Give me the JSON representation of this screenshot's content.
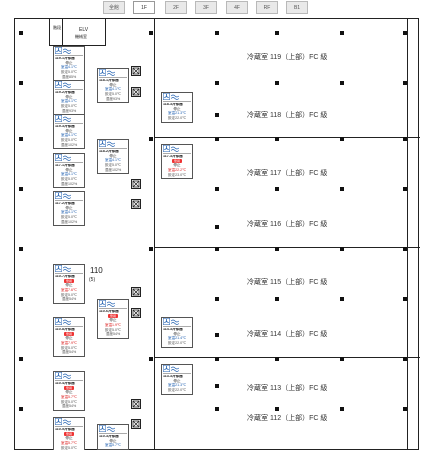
{
  "floor_tabs": [
    {
      "label": "全館",
      "active": false
    },
    {
      "label": "1F",
      "active": true
    },
    {
      "label": "2F",
      "active": false
    },
    {
      "label": "3F",
      "active": false
    },
    {
      "label": "4F",
      "active": false
    },
    {
      "label": "RF",
      "active": false
    },
    {
      "label": "B1",
      "active": false
    }
  ],
  "plan_labels": {
    "stair": "階段",
    "elv": "ELV",
    "elv_sub": "機械室",
    "room110": "110",
    "room110_sub": "(5)"
  },
  "rooms": [
    {
      "name": "冷蔵室",
      "num": "119",
      "suffix": "（上部）FC 級"
    },
    {
      "name": "冷蔵室",
      "num": "118",
      "suffix": "（上部）FC 級"
    },
    {
      "name": "冷蔵室",
      "num": "117",
      "suffix": "（上部）FC 級"
    },
    {
      "name": "冷蔵室",
      "num": "116",
      "suffix": "（上部）FC 級"
    },
    {
      "name": "冷蔵室",
      "num": "115",
      "suffix": "（上部）FC 級"
    },
    {
      "name": "冷蔵室",
      "num": "114",
      "suffix": "（上部）FC 級"
    },
    {
      "name": "冷蔵室",
      "num": "113",
      "suffix": "（上部）FC 級"
    },
    {
      "name": "冷蔵室",
      "num": "112",
      "suffix": "（上部）FC 級"
    }
  ],
  "cards": [
    {
      "name": "119-1冷却器",
      "state": "停止",
      "alarm": "",
      "cur": "室温4.1℃",
      "set": "設定5.0℃",
      "hum": "湿度85%"
    },
    {
      "name": "119-2冷却器",
      "state": "停止",
      "alarm": "",
      "cur": "室温4.1℃",
      "set": "設定5.0℃",
      "hum": "湿度93%"
    },
    {
      "name": "119-3冷却器",
      "state": "停止",
      "alarm": "",
      "cur": "室温4.1℃",
      "set": "設定5.0℃",
      "hum": "湿度102%"
    },
    {
      "name": "118-1冷却器",
      "state": "停止",
      "alarm": "",
      "cur": "室温4.1℃",
      "set": "設定5.0℃",
      "hum": "湿度93%"
    },
    {
      "name": "118-2冷却器",
      "state": "停止",
      "alarm": "",
      "cur": "室温4.1℃",
      "set": "設定5.0℃",
      "hum": "湿度102%"
    },
    {
      "name": "117-1冷却器",
      "state": "停止",
      "alarm": "",
      "cur": "室温4.1℃",
      "set": "設定5.0℃",
      "hum": "湿度102%"
    },
    {
      "name": "117-2冷却器",
      "state": "停止",
      "alarm": "",
      "cur": "室温4.1℃",
      "set": "設定5.0℃",
      "hum": "湿度102%"
    },
    {
      "name": "118-3冷却器",
      "state": "停止",
      "alarm": "",
      "cur": "室温21.3℃",
      "set": "設定22.0℃",
      "hum": ""
    },
    {
      "name": "117-3冷却器",
      "state": "停止",
      "alarm": "警報",
      "cur": "室温22.2℃",
      "set": "設定23.0℃",
      "hum": ""
    },
    {
      "name": "110-7冷却器",
      "state": "停止",
      "alarm": "警報",
      "cur": "室温7.6℃",
      "set": "設定5.0℃",
      "hum": "湿度54%"
    },
    {
      "name": "110-8冷却器",
      "state": "停止",
      "alarm": "警報",
      "cur": "室温7.9℃",
      "set": "設定5.0℃",
      "hum": "湿度54%"
    },
    {
      "name": "110-6冷却器",
      "state": "停止",
      "alarm": "警報",
      "cur": "室温1.9℃",
      "set": "設定5.0℃",
      "hum": "湿度54%"
    },
    {
      "name": "114-3冷却器",
      "state": "停止",
      "alarm": "",
      "cur": "室温21.4℃",
      "set": "設定22.0℃",
      "hum": ""
    },
    {
      "name": "110-4冷却器",
      "state": "停止",
      "alarm": "警報",
      "cur": "室温5.7℃",
      "set": "設定5.0℃",
      "hum": "湿度54%"
    },
    {
      "name": "110-5冷却器",
      "state": "停止",
      "alarm": "警報",
      "cur": "室温5.7℃",
      "set": "設定5.0℃",
      "hum": ""
    },
    {
      "name": "113-3冷却器",
      "state": "停止",
      "alarm": "",
      "cur": "室温21.3℃",
      "set": "設定22.0℃",
      "hum": ""
    },
    {
      "name": "110-3冷却器",
      "state": "停止",
      "alarm": "",
      "cur": "室温5.7℃",
      "set": "",
      "hum": ""
    }
  ],
  "colors": {
    "line": "#222222",
    "card_border": "#555555",
    "current_temp": "#1f5fb0",
    "alarm": "#e33333",
    "tab_bg": "#e9e9e9"
  }
}
